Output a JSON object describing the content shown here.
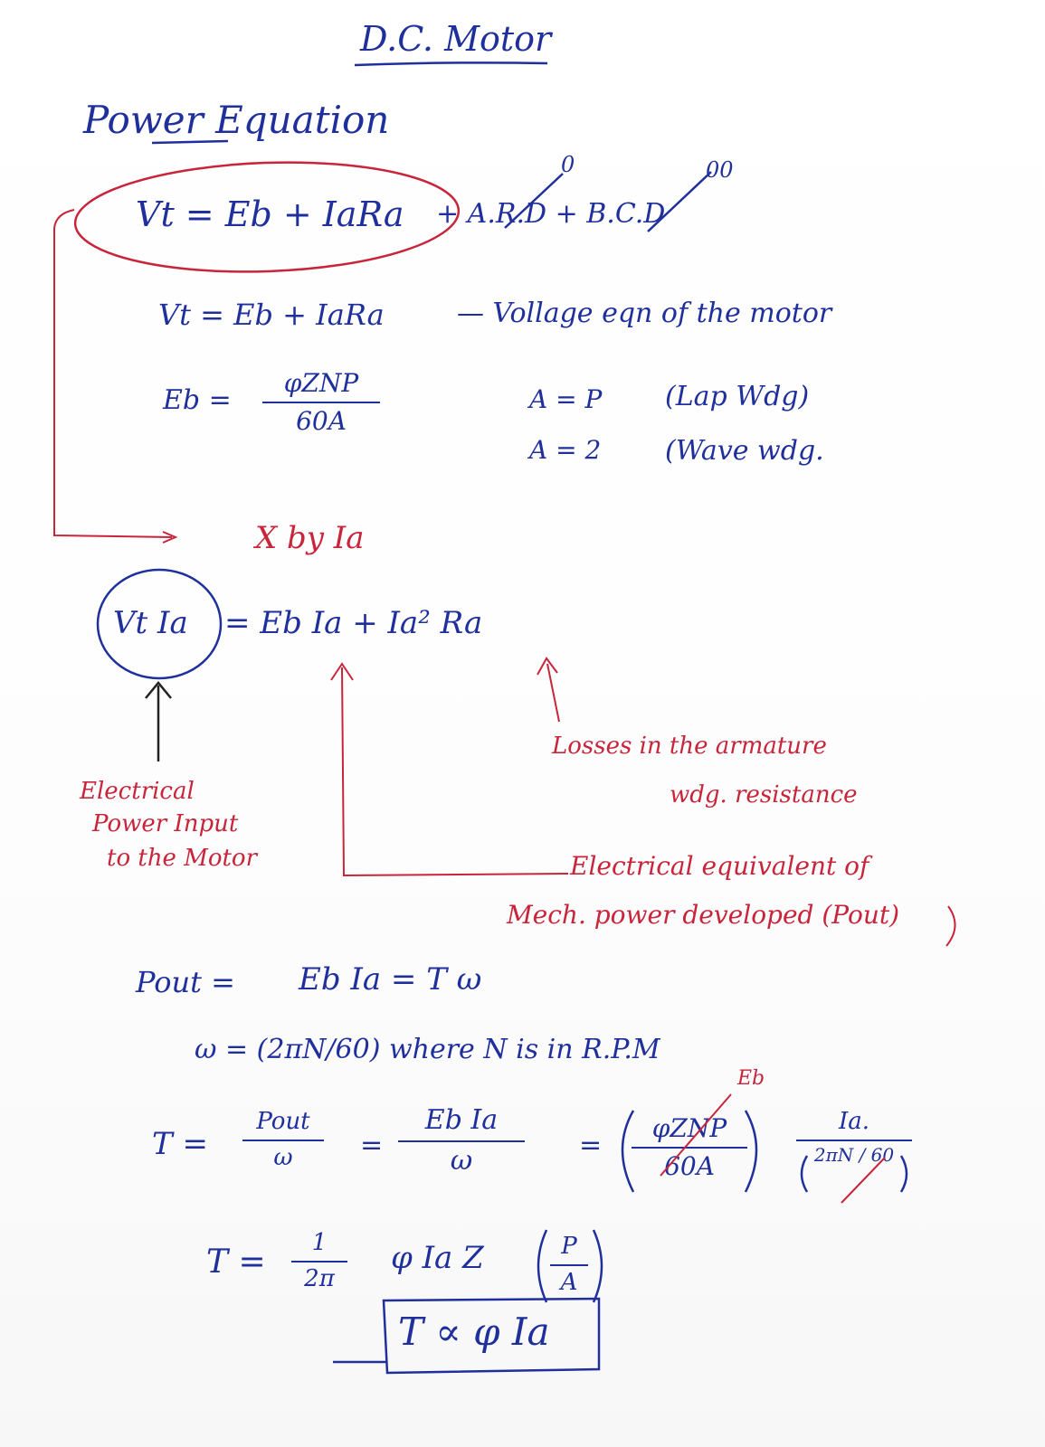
{
  "header": {
    "title": "D.C. Motor",
    "section": "Power Equation"
  },
  "equations": {
    "full_main": "Vt = Eb + IaRa",
    "full_tail": "+ A.R.D + B.C.D",
    "cancel_mark_1": "0",
    "cancel_mark_2": "00",
    "voltage_eqn": "Vt = Eb + IaRa",
    "voltage_note": "— Vollage eqn of the motor",
    "eb_lhs": "Eb =",
    "eb_num": "φZNP",
    "eb_den": "60A",
    "lap": "A = P",
    "lap_note": "(Lap Wdg)",
    "wave": "A = 2",
    "wave_note": "(Wave wdg.",
    "multiply": "X by Ia",
    "power_lhs": "Vt Ia",
    "power_rhs": "= Eb Ia + Ia² Ra",
    "pout_lhs": "Pout =",
    "pout_rhs": "Eb Ia = T ω",
    "omega": "ω = (2πN/60) where N is in R.P.M",
    "torque_lhs": "T =",
    "torque_f1_num": "Pout",
    "torque_f1_den": "ω",
    "torque_f2_num": "Eb Ia",
    "torque_f2_den": "ω",
    "torque_f3_num": "φZNP",
    "torque_f3_den": "60A",
    "torque_f3_note": "Eb",
    "torque_f4_num": "Ia.",
    "torque_f4_den": "2πN / 60",
    "torque_final_lhs": "T =",
    "torque_final_coef_num": "1",
    "torque_final_coef_den": "2π",
    "torque_final_rhs": "φ Ia Z",
    "torque_final_pa_num": "P",
    "torque_final_pa_den": "A",
    "proportional": "T ∝ φ Ia"
  },
  "annotations": {
    "electrical_input_1": "Electrical",
    "electrical_input_2": "Power Input",
    "electrical_input_3": "to the Motor",
    "losses_1": "Losses in the armature",
    "losses_2": "wdg. resistance",
    "mech_1": "Electrical equivalent of",
    "mech_2": "Mech. power developed (Pout)"
  },
  "colors": {
    "blue_ink": "#1f2f9c",
    "red_ink": "#c8253b"
  }
}
